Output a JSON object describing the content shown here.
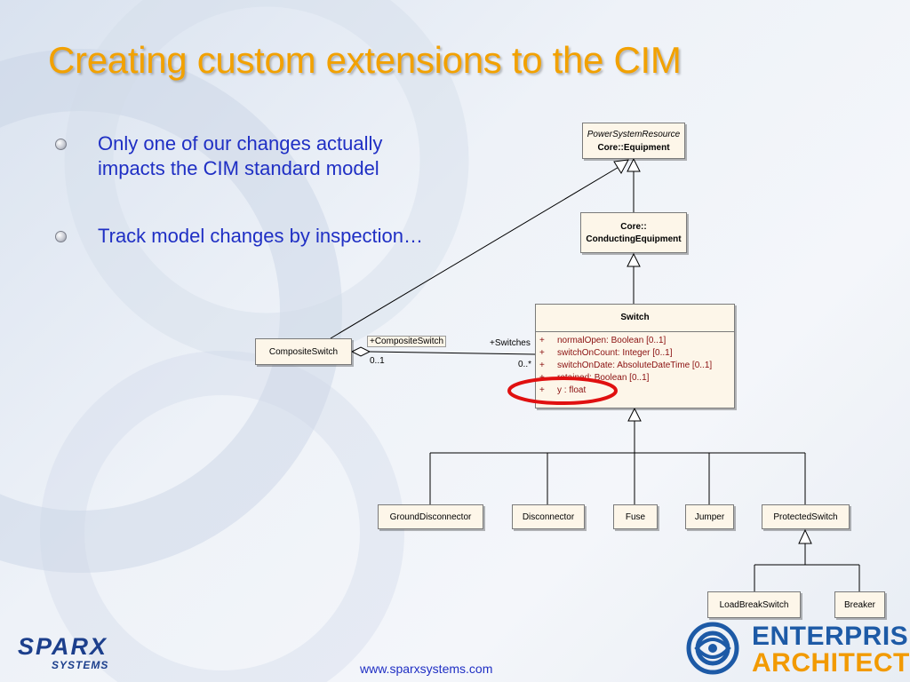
{
  "slide": {
    "title": "Creating custom extensions to the CIM",
    "bullets": [
      "Only one of our changes actually impacts the CIM standard model",
      "Track model changes  by inspection…"
    ],
    "footer_url": "www.sparxsystems.com"
  },
  "diagram": {
    "equipment": {
      "stereotype": "PowerSystemResource",
      "name": "Core::Equipment"
    },
    "conducting": {
      "line1": "Core::",
      "line2": "ConductingEquipment"
    },
    "switch": {
      "name": "Switch",
      "attributes": [
        {
          "vis": "+",
          "text": "normalOpen:  Boolean [0..1]"
        },
        {
          "vis": "+",
          "text": "switchOnCount:  Integer [0..1]"
        },
        {
          "vis": "+",
          "text": "switchOnDate:  AbsoluteDateTime [0..1]"
        },
        {
          "vis": "+",
          "text": "retained:  Boolean [0..1]"
        },
        {
          "vis": "+",
          "text": "y :  float"
        }
      ]
    },
    "composite": {
      "name": "CompositeSwitch"
    },
    "association": {
      "role_composite": "+CompositeSwitch",
      "role_switches": "+Switches",
      "mult_composite": "0..1",
      "mult_switches": "0..*"
    },
    "subclasses": [
      "GroundDisconnector",
      "Disconnector",
      "Fuse",
      "Jumper",
      "ProtectedSwitch"
    ],
    "protected_subclasses": [
      "LoadBreakSwitch",
      "Breaker"
    ],
    "highlight_color": "#e01010"
  },
  "branding": {
    "sparx_main": "SPARX",
    "sparx_sub": "SYSTEMS",
    "ea_line1": "ENTERPRISE",
    "ea_line2": "ARCHITECT"
  }
}
